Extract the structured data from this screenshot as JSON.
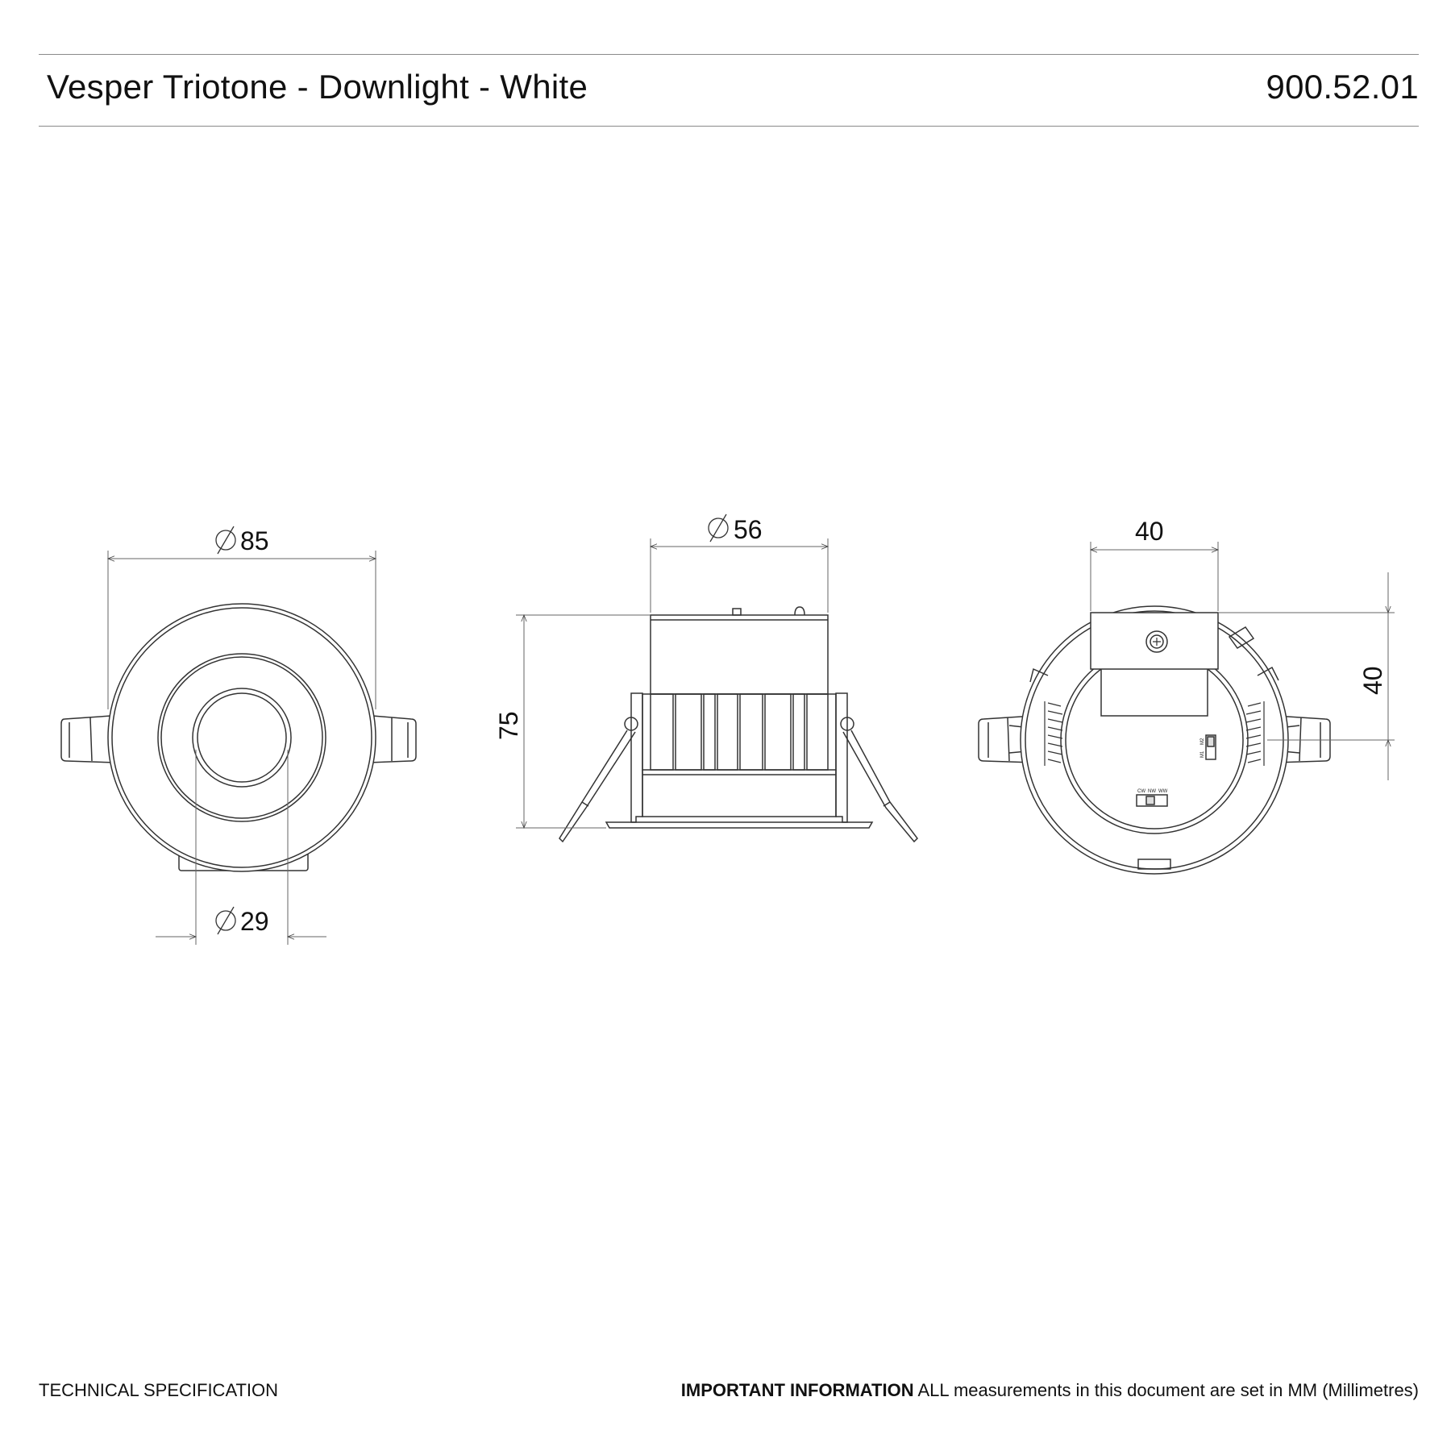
{
  "header": {
    "title": "Vesper Triotone - Downlight - White",
    "product_code": "900.52.01"
  },
  "views": {
    "front": {
      "outer_diameter": "85",
      "inner_diameter": "29"
    },
    "side": {
      "body_diameter": "56",
      "height": "75"
    },
    "rear": {
      "width": "40",
      "height": "40",
      "switch_labels": [
        "CW",
        "NW",
        "WW"
      ],
      "mode_labels": [
        "M1",
        "M2"
      ]
    }
  },
  "footer": {
    "left": "TECHNICAL SPECIFICATION",
    "important_label": "IMPORTANT INFORMATION",
    "important_text": "ALL measurements in this document are set in MM (Millimetres)"
  }
}
